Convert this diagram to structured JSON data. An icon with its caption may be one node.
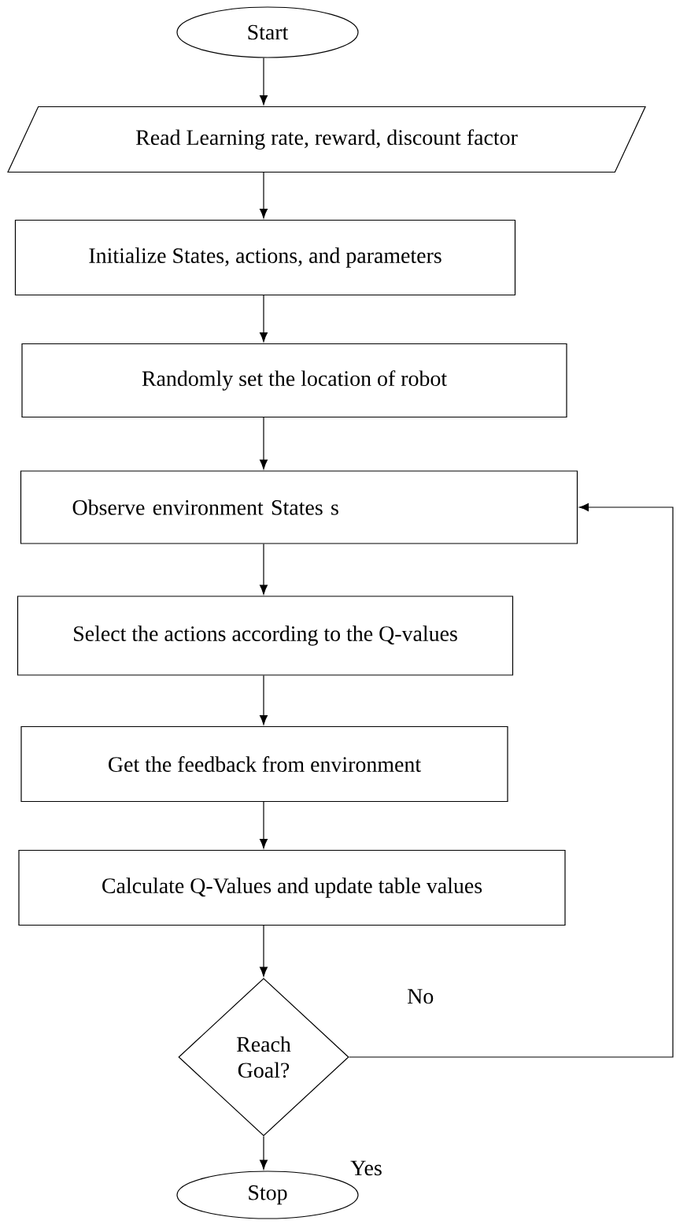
{
  "diagram": {
    "nodes": [
      {
        "text": [
          "Start"
        ]
      },
      {
        "text": [
          "Read Learning rate, reward, discount factor"
        ]
      },
      {
        "text": [
          "Initialize States, actions, and parameters"
        ]
      },
      {
        "text": [
          "Randomly set the location of robot"
        ]
      },
      {
        "text": [
          "Observe environment States s"
        ]
      },
      {
        "text": [
          "Select the actions according to the Q-values"
        ]
      },
      {
        "text": [
          "Get the feedback from environment"
        ]
      },
      {
        "text": [
          "Calculate Q-Values and update table values"
        ]
      },
      {
        "text": [
          "Reach Goal?"
        ]
      },
      {
        "text": [
          "Stop"
        ]
      }
    ],
    "edges": [
      {
        "from": 0,
        "to": 1,
        "arrow": "to"
      },
      {
        "from": 1,
        "to": 2,
        "arrow": "to"
      },
      {
        "from": 2,
        "to": 3,
        "arrow": "to"
      },
      {
        "from": 3,
        "to": 4,
        "arrow": "to"
      },
      {
        "from": 4,
        "to": 5,
        "arrow": "to"
      },
      {
        "from": 5,
        "to": 6,
        "arrow": "to"
      },
      {
        "from": 6,
        "to": 7,
        "arrow": "to"
      },
      {
        "from": 7,
        "to": 8,
        "arrow": "to"
      },
      {
        "from": 8,
        "to": 9,
        "label": "Yes",
        "arrow": "to"
      },
      {
        "from": 8,
        "to": 4,
        "label": "No",
        "arrow": "to"
      }
    ]
  }
}
